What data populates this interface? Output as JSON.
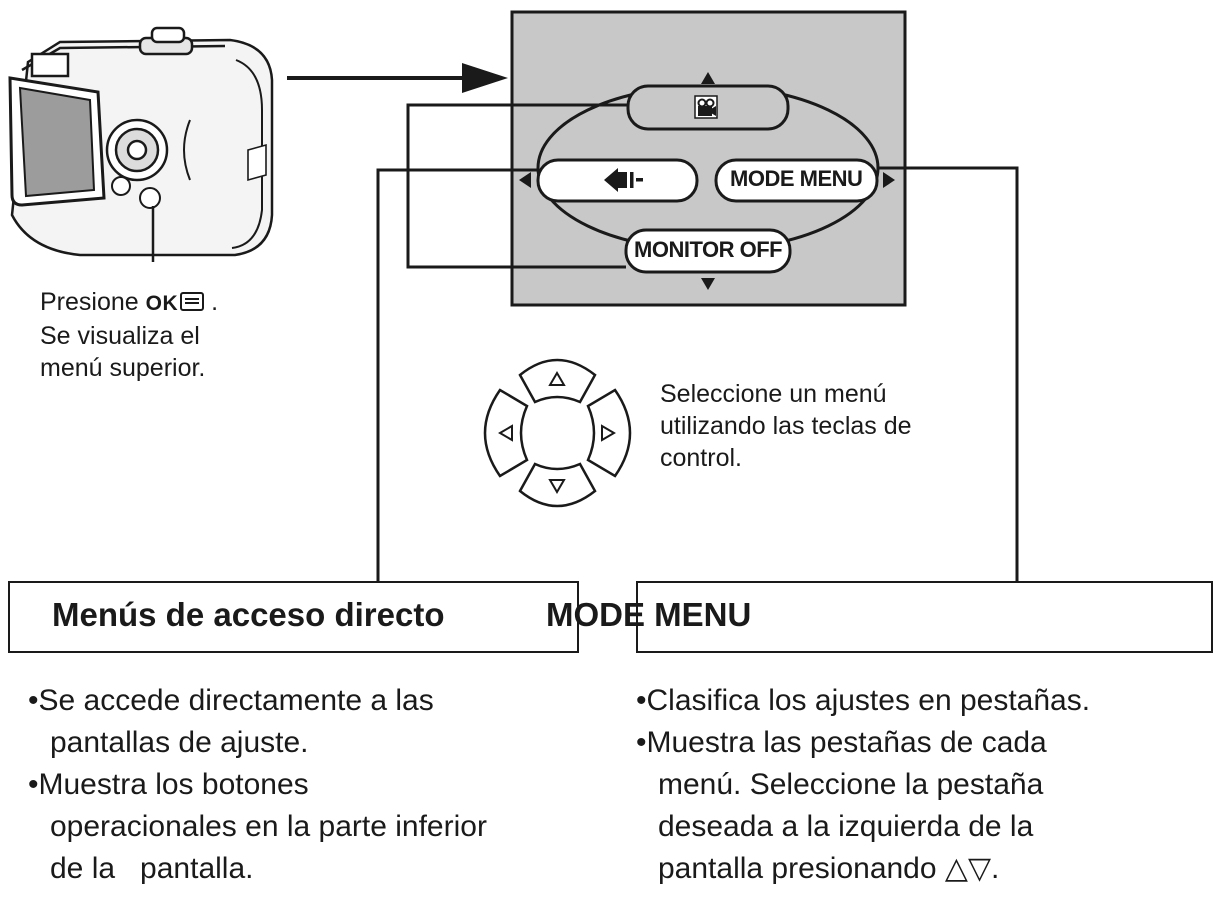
{
  "camera": {
    "press_prefix": "Presione",
    "press_button": "OK",
    "press_suffix": ".",
    "caption_line2": "Se visualiza el",
    "caption_line3": "menú superior."
  },
  "screen": {
    "mode_menu_label": "MODE MENU",
    "monitor_off_label": "MONITOR OFF",
    "top_icon": "movie-camera-icon",
    "left_icon": "erase-icon"
  },
  "control_pad": {
    "caption_line1": "Seleccione un menú",
    "caption_line2": "utilizando las teclas de",
    "caption_line3": "control."
  },
  "left_section": {
    "title": "Menús de acceso directo",
    "bullet1_line1": "•Se accede directamente a las",
    "bullet1_line2": "pantallas de ajuste.",
    "bullet2_line1": "•Muestra los botones",
    "bullet2_line2": "operacionales en la parte inferior",
    "bullet2_line3": "de la   pantalla."
  },
  "right_section": {
    "title": "MODE MENU",
    "bullet1": "•Clasifica los ajustes en pestañas.",
    "bullet2_line1": "•Muestra las pestañas de cada",
    "bullet2_line2": "menú. Seleccione la pestaña",
    "bullet2_line3": "deseada a la izquierda de la",
    "bullet2_line4": "pantalla presionando △▽."
  }
}
